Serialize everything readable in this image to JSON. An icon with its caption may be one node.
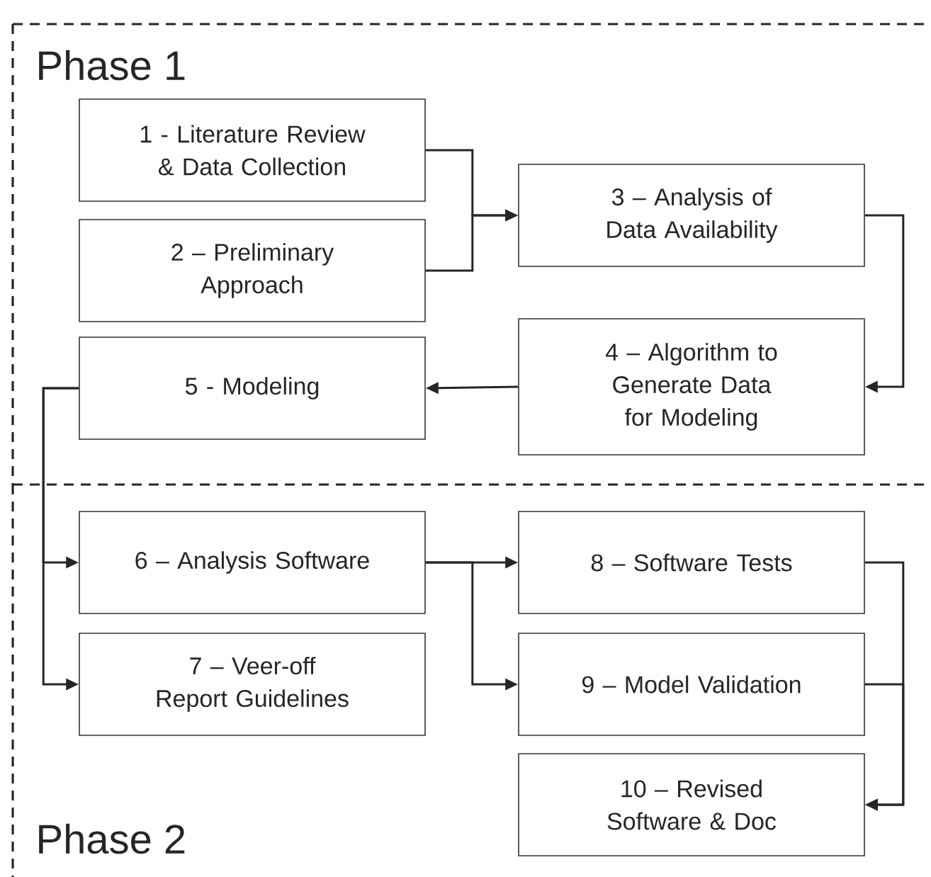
{
  "diagram": {
    "nodes": [
      {
        "text": [
          "Phase 1"
        ]
      },
      {
        "text": [
          "1 - Literature Review & Data Collection"
        ],
        "in": 0
      },
      {
        "text": [
          "2 – Preliminary Approach"
        ],
        "in": 0
      },
      {
        "text": [
          "3 – Analysis of Data Availability"
        ],
        "in": 0
      },
      {
        "text": [
          "4 – Algorithm to Generate Data for Modeling"
        ],
        "in": 0
      },
      {
        "text": [
          "5 - Modeling"
        ],
        "in": 0
      },
      {
        "text": [
          "Phase 2"
        ]
      },
      {
        "text": [
          "6 – Analysis Software"
        ],
        "in": 6
      },
      {
        "text": [
          "7 – Veer-off Report Guidelines"
        ],
        "in": 6
      },
      {
        "text": [
          "8 – Software Tests"
        ],
        "in": 6
      },
      {
        "text": [
          "9 – Model Validation"
        ],
        "in": 6
      },
      {
        "text": [
          "10 – Revised Software & Doc"
        ],
        "in": 6
      }
    ],
    "edges": [
      {
        "from": 1,
        "to": 3,
        "arrow": "to"
      },
      {
        "from": 2,
        "to": 3,
        "arrow": "to"
      },
      {
        "from": 3,
        "to": 4,
        "arrow": "to"
      },
      {
        "from": 4,
        "to": 5,
        "arrow": "to"
      },
      {
        "from": 5,
        "to": 7,
        "arrow": "to"
      },
      {
        "from": 5,
        "to": 8,
        "arrow": "to"
      },
      {
        "from": 7,
        "to": 9,
        "arrow": "to"
      },
      {
        "from": 7,
        "to": 10,
        "arrow": "to"
      },
      {
        "from": 9,
        "to": 11,
        "arrow": "to"
      },
      {
        "from": 10,
        "to": 11,
        "arrow": "to"
      }
    ]
  }
}
